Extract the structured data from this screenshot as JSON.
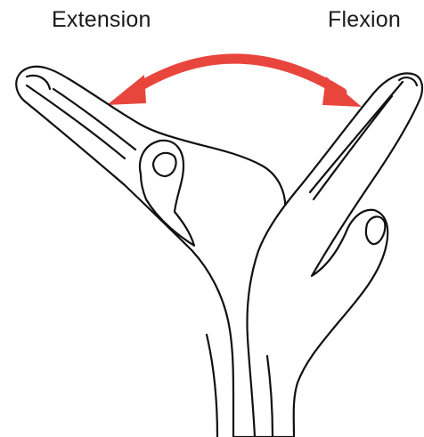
{
  "labels": {
    "left": "Extension",
    "right": "Flexion"
  },
  "arrow": {
    "color": "#e8453c",
    "style": "double-headed curved arrow"
  }
}
